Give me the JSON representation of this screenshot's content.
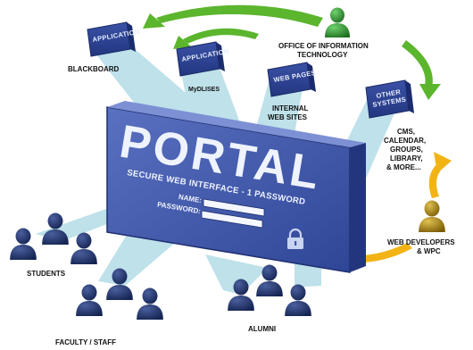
{
  "portal": {
    "title": "PORTAL",
    "subtitle": "SECURE WEB INTERFACE - 1 PASSWORD",
    "name_label": "NAME:",
    "password_label": "PASSWORD:"
  },
  "systems": [
    {
      "box": "APPLICATION",
      "caption": "BLACKBOARD"
    },
    {
      "box": "APPLICATION",
      "caption": "MyDLISES"
    },
    {
      "box": "WEB PAGES",
      "caption_lines": [
        "INTERNAL",
        "WEB SITES"
      ]
    },
    {
      "box_lines": [
        "OTHER",
        "SYSTEMS"
      ],
      "caption_lines": [
        "CMS,",
        "CALENDAR,",
        "GROUPS,",
        "LIBRARY,",
        "& MORE..."
      ]
    }
  ],
  "actors": {
    "oit_lines": [
      "OFFICE OF INFORMATION",
      "TECHNOLOGY"
    ],
    "webdev_lines": [
      "WEB DEVELOPERS",
      "& WPC"
    ],
    "students": "STUDENTS",
    "faculty": "FACULTY / STAFF",
    "alumni": "ALUMNI"
  },
  "colors": {
    "portal_blue": "#3f56a8",
    "box_blue": "#2b3f8f",
    "beam": "#a9d7e4",
    "person_navy": "#1f2f63",
    "person_green": "#2e9a2e",
    "person_gold": "#b08a10",
    "arrow_green": "#5bb52d",
    "arrow_gold": "#f2b415"
  },
  "icons": [
    "lock-icon",
    "person-icon",
    "curved-arrow-icon"
  ]
}
